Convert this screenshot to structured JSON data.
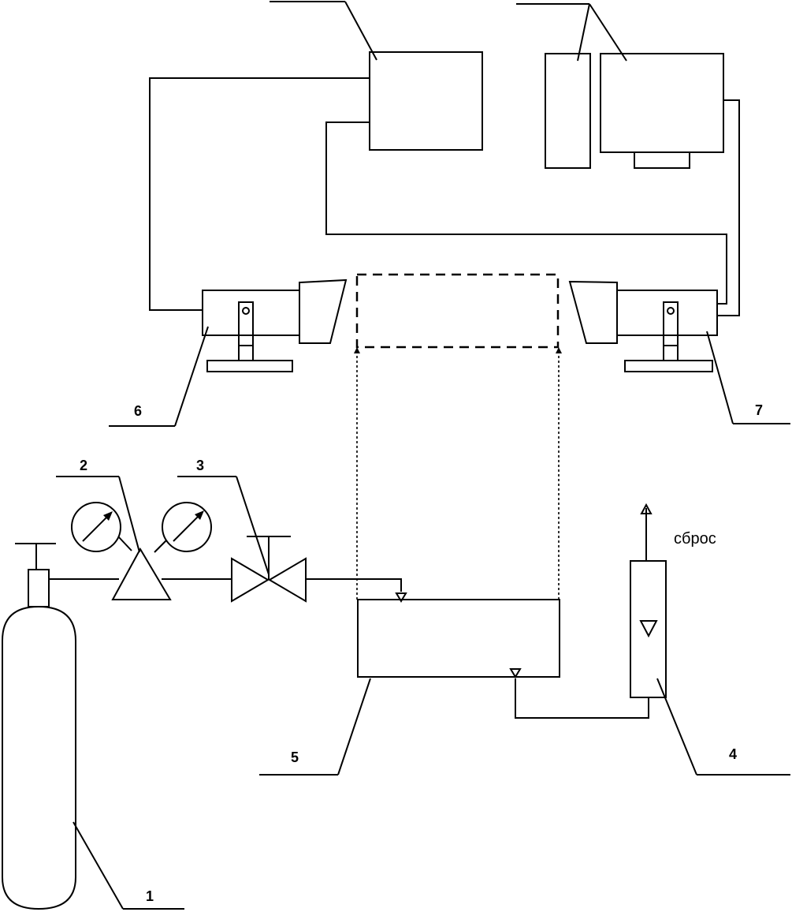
{
  "labels": {
    "cylinder": "1",
    "reducer": "2",
    "valve": "3",
    "rotameter": "4",
    "cell": "5",
    "emitter": "6",
    "receiver": "7"
  },
  "vent_text": "сброс"
}
